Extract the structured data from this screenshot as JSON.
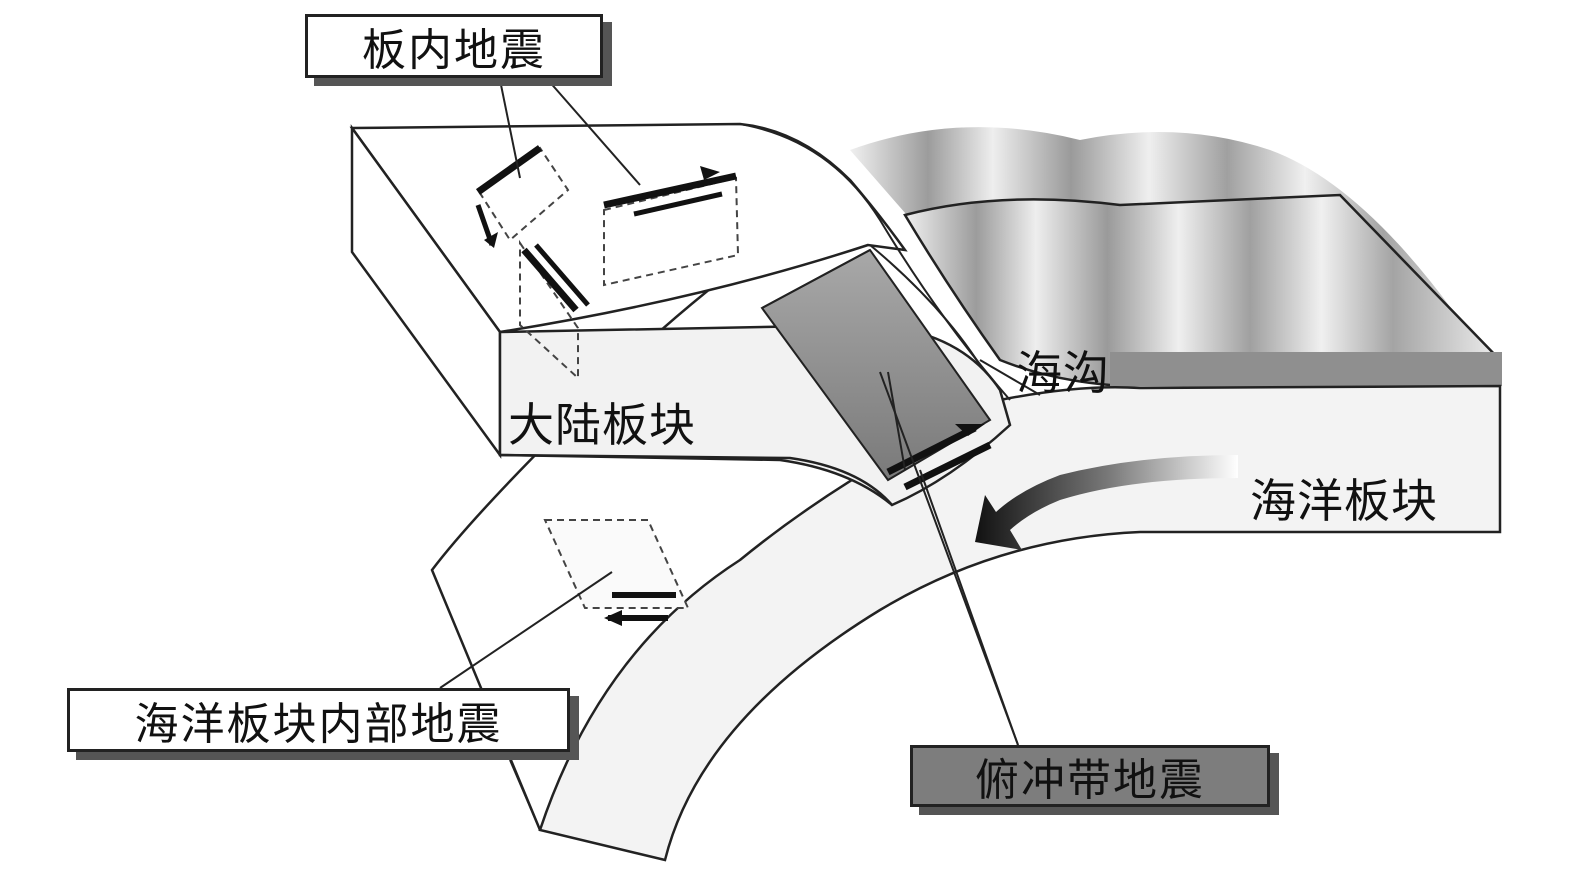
{
  "labels": {
    "intraplate": "板内地震",
    "trench": "海沟",
    "continental_plate": "大陆板块",
    "oceanic_plate": "海洋板块",
    "oceanic_intraplate": "海洋板块内部地震",
    "subduction": "俯冲带地震"
  },
  "colors": {
    "line": "#222222",
    "plate_fill": "#f2f2f2",
    "seafloor_light": "#e8e8e8",
    "seafloor_dark": "#a9a9a9",
    "rupture_fill": "#8a8a8a",
    "arrow": "#222222"
  }
}
